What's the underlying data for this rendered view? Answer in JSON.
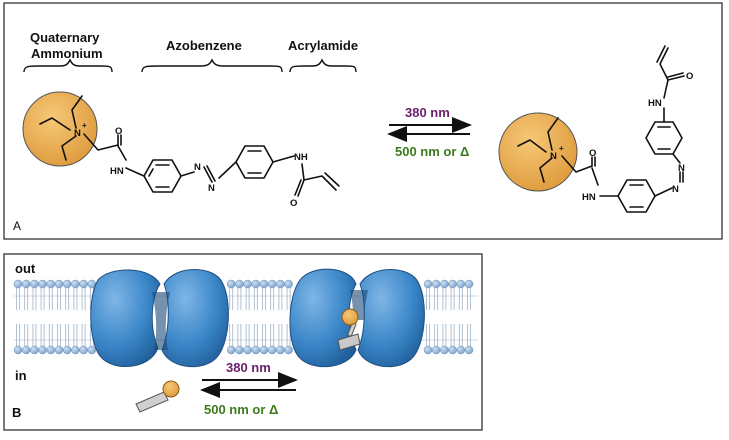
{
  "panel_a": {
    "letter": "A",
    "headings": {
      "quaternary_line1": "Quaternary",
      "quaternary_line2": "Ammonium",
      "azobenzene": "Azobenzene",
      "acrylamide": "Acrylamide"
    },
    "atoms": {
      "n_plus": "N",
      "plus": "+",
      "o": "O",
      "nh": "NH",
      "hn": "HN",
      "n": "N"
    },
    "forward_label": "380 nm",
    "reverse_label": "500 nm or Δ"
  },
  "panel_b": {
    "letter": "B",
    "out_label": "out",
    "in_label": "in",
    "forward_label": "380 nm",
    "reverse_label": "500 nm or Δ"
  },
  "colors": {
    "uv": "#6b1f6b",
    "green": "#3d7a1e",
    "ammonium_ball": "#e8a94a",
    "channel": "#3a86c8",
    "lipid": "#8fb4dc"
  }
}
